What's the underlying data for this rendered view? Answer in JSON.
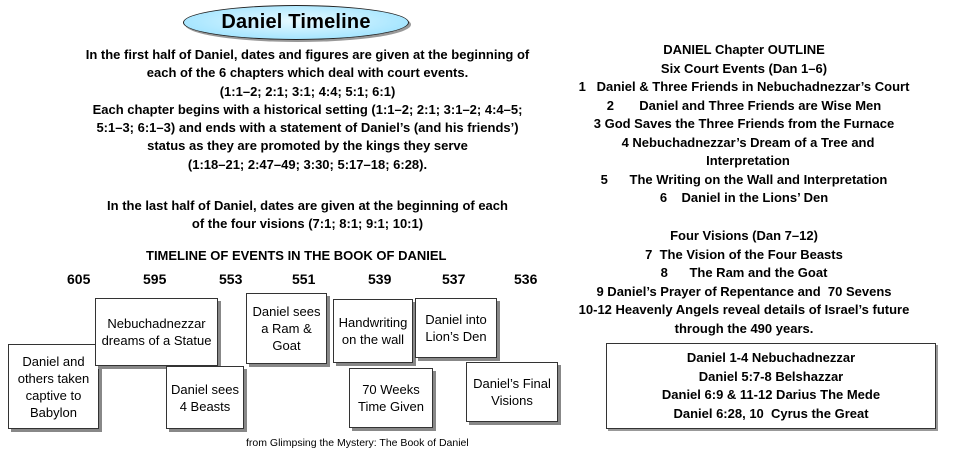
{
  "title": "Daniel Timeline",
  "intro_first_half": [
    "In the first half of Daniel, dates and figures are given at the beginning of",
    "each of the 6 chapters which deal with court events.",
    "(1:1–2; 2:1; 3:1; 4:4; 5:1; 6:1)",
    "Each chapter begins with a historical setting (1:1–2; 2:1; 3:1–2; 4:4–5;",
    "5:1–3; 6:1–3) and ends with a statement of Daniel’s (and his friends’)",
    "status as they are promoted by the kings they serve",
    "(1:18–21; 2:47–49; 3:30; 5:17–18; 6:28)."
  ],
  "intro_last_half": [
    "In the last half of Daniel, dates are given at the beginning of each",
    "of the four visions (7:1; 8:1; 9:1; 10:1)"
  ],
  "timeline_heading": "TIMELINE OF EVENTS IN THE BOOK OF DANIEL",
  "years": [
    "605",
    "595",
    "553",
    "551",
    "539",
    "537",
    "536"
  ],
  "events": [
    "Daniel and others taken captive to Babylon",
    "Nebuchadnezzar dreams of a Statue",
    "Daniel sees 4 Beasts",
    "Daniel sees a Ram & Goat",
    "Handwriting on the wall",
    "70 Weeks Time Given",
    "Daniel into Lion’s Den",
    "Daniel’s Final Visions"
  ],
  "credit": "from Glimpsing the Mystery: The Book of Daniel",
  "outline": {
    "heading": "DANIEL Chapter  OUTLINE",
    "court_heading": "Six Court Events (Dan 1–6)",
    "court_items": [
      "1   Daniel & Three Friends in Nebuchadnezzar’s Court",
      "2       Daniel and Three Friends are Wise Men",
      "3 God Saves the Three Friends from the Furnace",
      "4 Nebuchadnezzar’s Dream of a Tree and Interpretation",
      "5      The Writing on the Wall and Interpretation",
      "6    Daniel in the Lions’ Den"
    ],
    "visions_heading": "Four Visions (Dan 7–12)",
    "vision_items": [
      "7  The Vision of the Four Beasts",
      "8      The Ram and the Goat",
      "9 Daniel’s Prayer of Repentance and  70 Sevens",
      "10-12 Heavenly Angels reveal details of Israel’s future",
      "through the 490 years."
    ]
  },
  "kings": [
    "Daniel 1-4 Nebuchadnezzar",
    "Daniel 5:7-8 Belshazzar",
    "Daniel 6:9 & 11-12 Darius The Mede",
    "Daniel 6:28, 10  Cyrus the Great"
  ]
}
